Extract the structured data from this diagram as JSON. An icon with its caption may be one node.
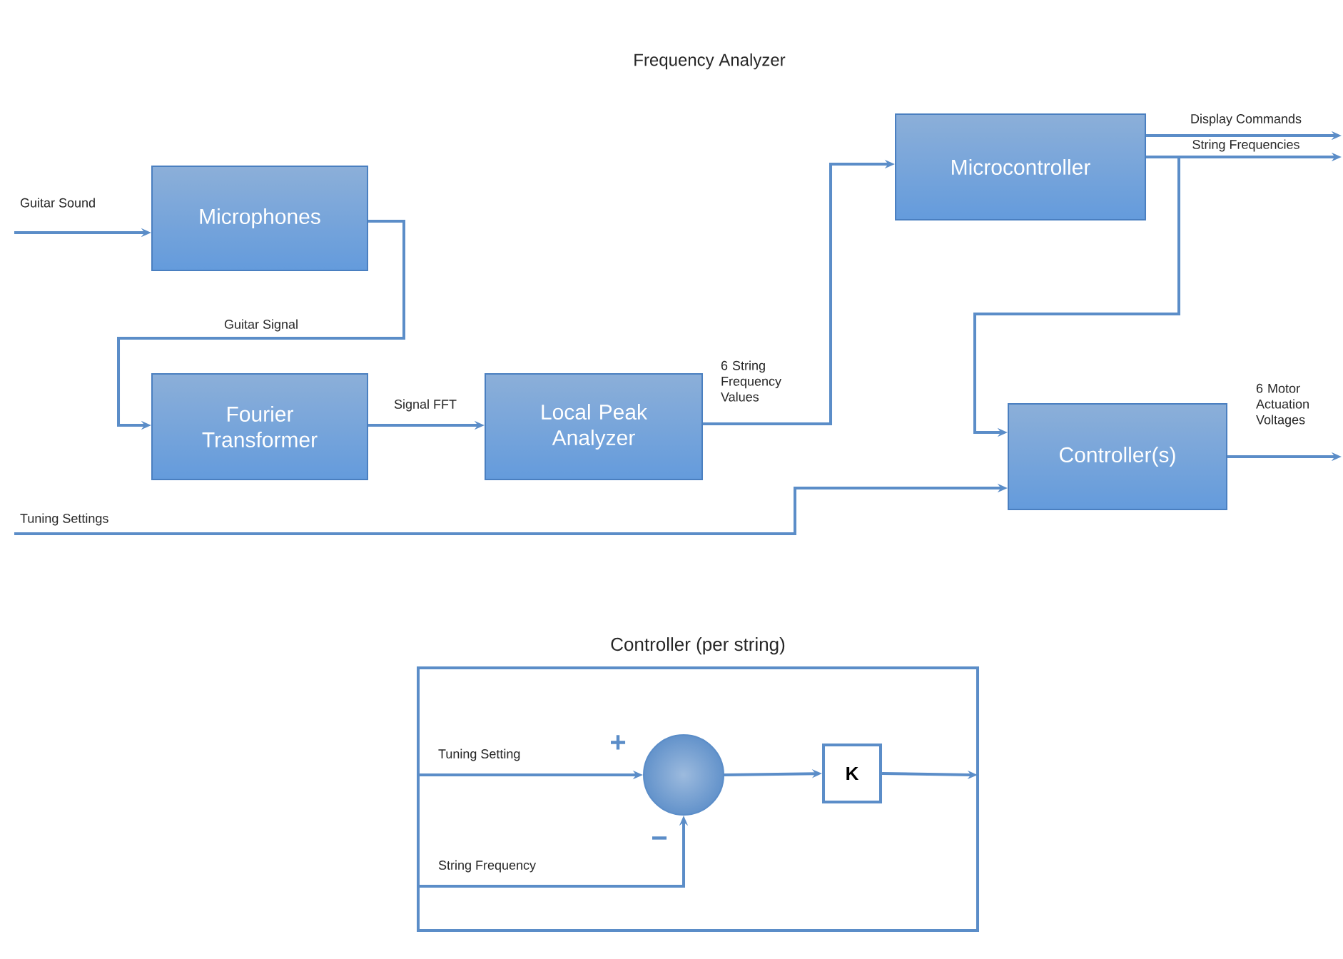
{
  "diagram": {
    "title": "Frequency Analyzer",
    "nodes": [
      {
        "text": [
          "Microphones"
        ]
      },
      {
        "text": [
          "Fourier Transformer"
        ]
      },
      {
        "text": [
          "Local Peak Analyzer"
        ]
      },
      {
        "text": [
          "Microcontroller"
        ]
      },
      {
        "text": [
          "Controller(s)"
        ]
      },
      {
        "text": [
          "Controller (per string)"
        ]
      },
      {
        "text": [],
        "shape": "circle",
        "in": 5
      },
      {
        "text": [
          "K"
        ],
        "in": 5
      }
    ],
    "edges": [
      {
        "from": null,
        "to": 0,
        "arrow": "to",
        "label": "Guitar Sound"
      },
      {
        "from": 0,
        "to": 1,
        "arrow": "to",
        "label": "Guitar Signal"
      },
      {
        "from": 1,
        "to": 2,
        "arrow": "to",
        "label": "Signal FFT"
      },
      {
        "from": 2,
        "to": 3,
        "arrow": "to",
        "label": "6 String Frequency Values"
      },
      {
        "from": 3,
        "to": null,
        "arrow": "to",
        "label": "Display Commands"
      },
      {
        "from": 3,
        "to": null,
        "arrow": "to",
        "label": "String Frequencies"
      },
      {
        "from": 3,
        "to": 4,
        "arrow": "to"
      },
      {
        "from": null,
        "to": 4,
        "arrow": "to",
        "label": "Tuning Settings"
      },
      {
        "from": 4,
        "to": null,
        "arrow": "to",
        "label": "6 Motor Actuation Voltages"
      },
      {
        "from": null,
        "to": 6,
        "arrow": "to",
        "label": "Tuning Setting"
      },
      {
        "from": null,
        "to": 6,
        "arrow": "to",
        "label": "String Frequency"
      },
      {
        "from": 6,
        "to": 7,
        "arrow": "to"
      },
      {
        "from": 7,
        "to": null,
        "arrow": "to"
      }
    ],
    "labels": [
      "+",
      "−"
    ]
  }
}
